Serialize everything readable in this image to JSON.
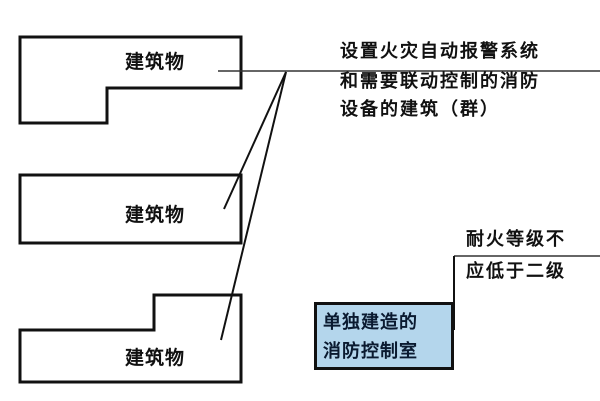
{
  "diagram": {
    "buildings": [
      {
        "label": "建筑物"
      },
      {
        "label": "建筑物"
      },
      {
        "label": "建筑物"
      }
    ],
    "annotation_top": {
      "lines": [
        "设置火灾自动报警系统",
        "和需要联动控制的消防",
        "设备的建筑（群）"
      ]
    },
    "annotation_right": {
      "lines": [
        "耐火等级不",
        "应低于二级"
      ]
    },
    "control_room": {
      "lines": [
        "单独建造的",
        "消防控制室"
      ],
      "fill_color": "#b4d6ec"
    }
  }
}
